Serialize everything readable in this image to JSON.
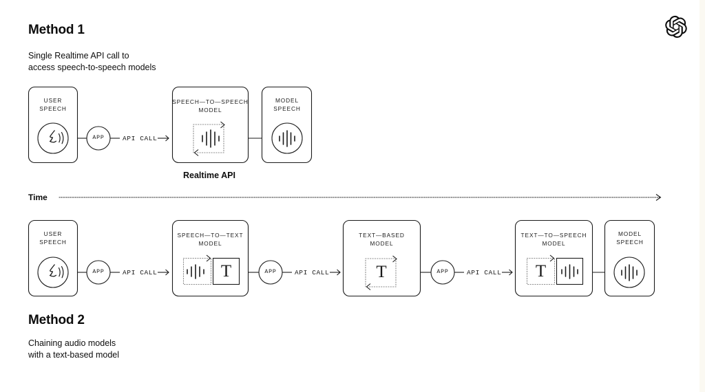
{
  "page": {
    "background": "#ffffff",
    "ink": "#1a1a1a",
    "accent_strip": "#fbf9f2",
    "logo": "openai-logo"
  },
  "method1": {
    "heading": "Method 1",
    "description": "Single Realtime API call to\naccess speech-to-speech models",
    "caption": "Realtime API",
    "nodes": [
      {
        "id": "user-speech",
        "label": "USER\nSPEECH",
        "icon": "speaking-head-icon"
      },
      {
        "id": "app-1",
        "label": "APP",
        "icon": "app-circle"
      },
      {
        "id": "speech-to-speech-model",
        "label": "SPEECH—TO—SPEECH\nMODEL",
        "icon": "loop-waveform-icon"
      },
      {
        "id": "model-speech",
        "label": "MODEL\nSPEECH",
        "icon": "waveform-circle-icon"
      }
    ],
    "connectors": [
      {
        "id": "api-call-1",
        "label": "API CALL",
        "arrow": "→"
      }
    ]
  },
  "timeline": {
    "label": "Time",
    "direction": "left-to-right"
  },
  "method2": {
    "heading": "Method 2",
    "description": "Chaining audio models\nwith a text-based model",
    "nodes": [
      {
        "id": "user-speech-2",
        "label": "USER\nSPEECH",
        "icon": "speaking-head-icon"
      },
      {
        "id": "app-2",
        "label": "APP",
        "icon": "app-circle"
      },
      {
        "id": "speech-to-text-model",
        "label": "SPEECH—TO—TEXT\nMODEL",
        "icon": "waveform-to-text-icon"
      },
      {
        "id": "app-3",
        "label": "APP",
        "icon": "app-circle"
      },
      {
        "id": "text-based-model",
        "label": "TEXT—BASED\nMODEL",
        "icon": "loop-text-icon"
      },
      {
        "id": "app-4",
        "label": "APP",
        "icon": "app-circle"
      },
      {
        "id": "text-to-speech-model",
        "label": "TEXT—TO—SPEECH\nMODEL",
        "icon": "text-to-waveform-icon"
      },
      {
        "id": "model-speech-2",
        "label": "MODEL\nSPEECH",
        "icon": "waveform-circle-icon"
      }
    ],
    "connectors": [
      {
        "id": "api-call-2",
        "label": "API CALL",
        "arrow": "→"
      },
      {
        "id": "api-call-3",
        "label": "API CALL",
        "arrow": "→"
      },
      {
        "id": "api-call-4",
        "label": "API CALL",
        "arrow": "→"
      }
    ]
  },
  "glyphs": {
    "text_glyph": "T",
    "arrow": "→"
  }
}
